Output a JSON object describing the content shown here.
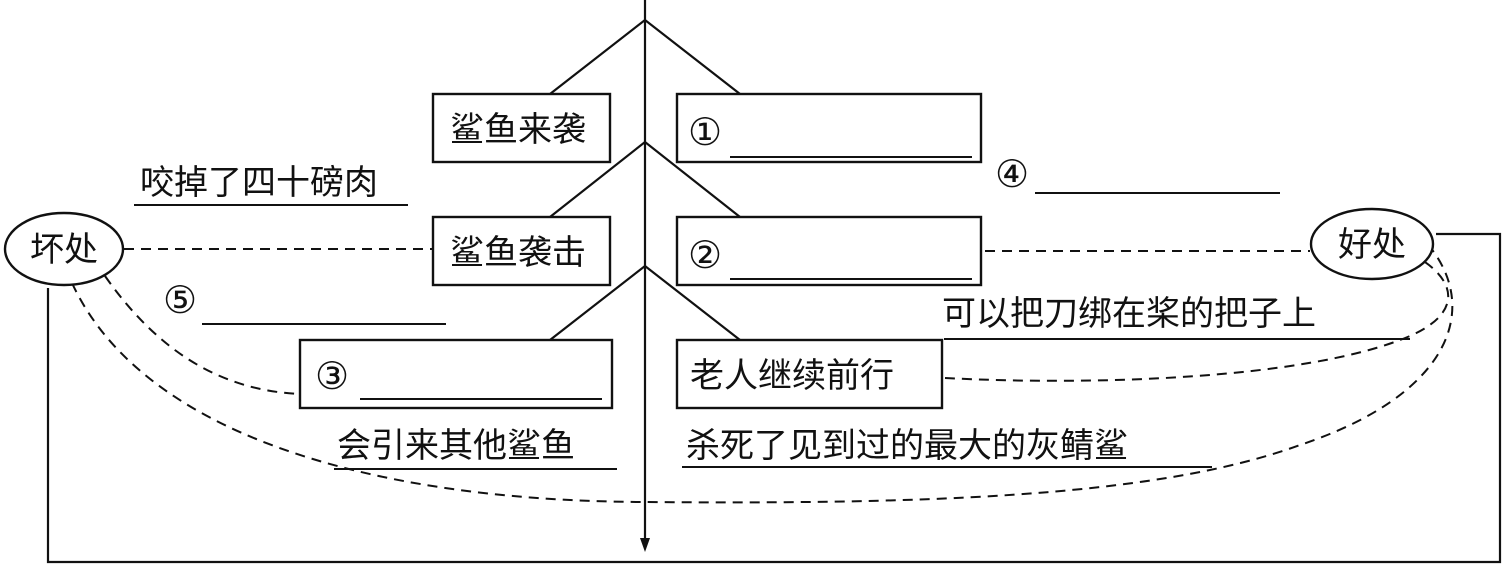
{
  "diagram": {
    "title": "",
    "left_nodes": [
      {
        "label": "鲨鱼来袭"
      },
      {
        "label": "鲨鱼袭击"
      },
      {
        "label": "③"
      }
    ],
    "right_nodes": [
      {
        "label": "①"
      },
      {
        "label": "②"
      },
      {
        "label": "老人继续前行"
      }
    ],
    "notes": {
      "bite_off": "咬掉了四十磅肉",
      "marker_4": "④",
      "marker_5": "⑤",
      "tie_knife": "可以把刀绑在桨的把子上",
      "attract_sharks": "会引来其他鲨鱼",
      "killed_shark": "杀死了见到过的最大的灰鲭鲨"
    },
    "ovals": {
      "bad": "坏处",
      "good": "好处"
    }
  }
}
